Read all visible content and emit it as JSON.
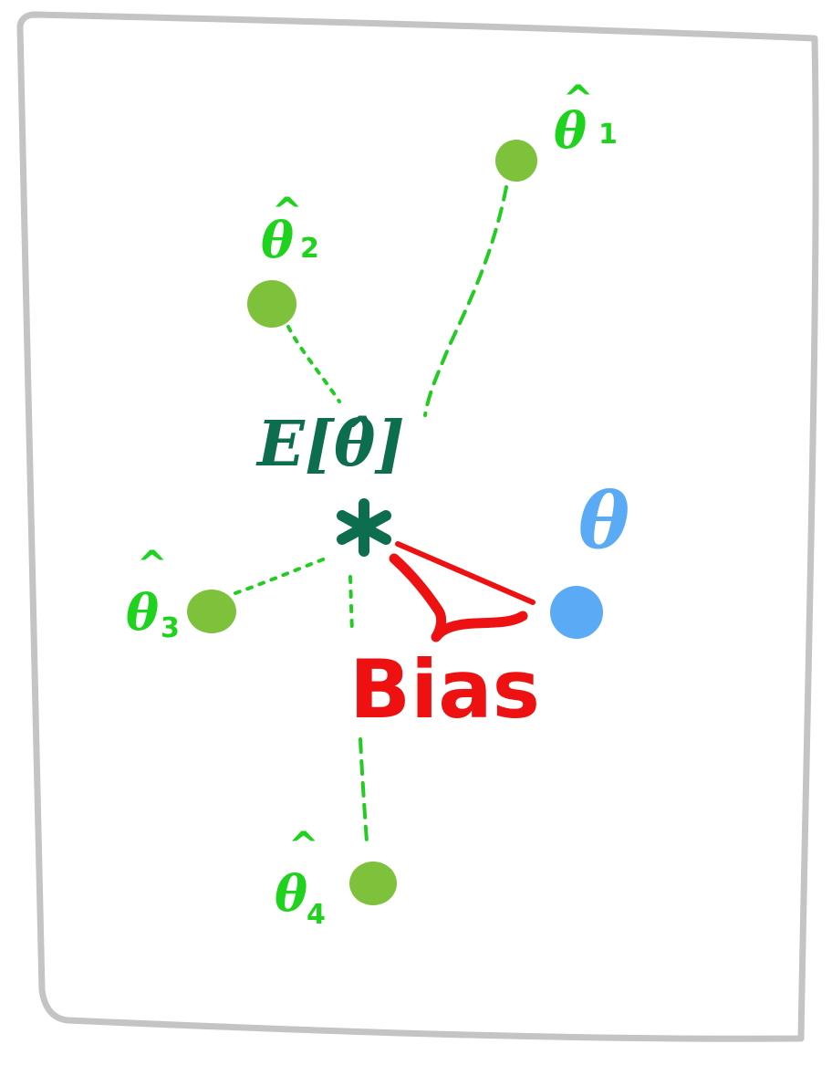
{
  "colors": {
    "estimate": "#7dc23a",
    "estimate_label": "#1ed21e",
    "dashes": "#22cc22",
    "expectation": "#0c6e4e",
    "truth": "#5aaaf5",
    "bias": "#ee1111",
    "frame": "#c4c4c4"
  },
  "icons": {
    "expectation_marker": "asterisk-icon"
  },
  "estimates": [
    {
      "symbol": "θ",
      "accent": "^",
      "subscript": "1"
    },
    {
      "symbol": "θ",
      "accent": "^",
      "subscript": "2"
    },
    {
      "symbol": "θ",
      "accent": "^",
      "subscript": "3"
    },
    {
      "symbol": "θ",
      "accent": "^",
      "subscript": "4"
    }
  ],
  "expectation": {
    "label": "E[θ̂]"
  },
  "true_parameter": {
    "label": "θ"
  },
  "bias": {
    "label": "Bias"
  }
}
